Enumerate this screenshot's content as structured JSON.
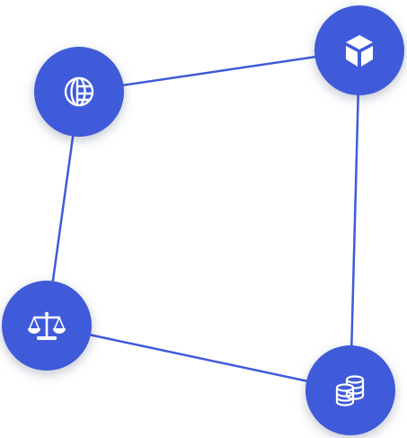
{
  "diagram": {
    "accent_color": "#3f5bd9",
    "icon_color": "#ffffff",
    "nodes": [
      {
        "id": "globe",
        "icon": "globe-icon"
      },
      {
        "id": "cube",
        "icon": "cube-icon"
      },
      {
        "id": "scales",
        "icon": "scales-of-justice-icon"
      },
      {
        "id": "coins",
        "icon": "coin-stack-icon"
      }
    ],
    "edges": [
      {
        "from": "globe",
        "to": "cube"
      },
      {
        "from": "cube",
        "to": "coins"
      },
      {
        "from": "coins",
        "to": "scales"
      },
      {
        "from": "scales",
        "to": "globe"
      }
    ]
  }
}
